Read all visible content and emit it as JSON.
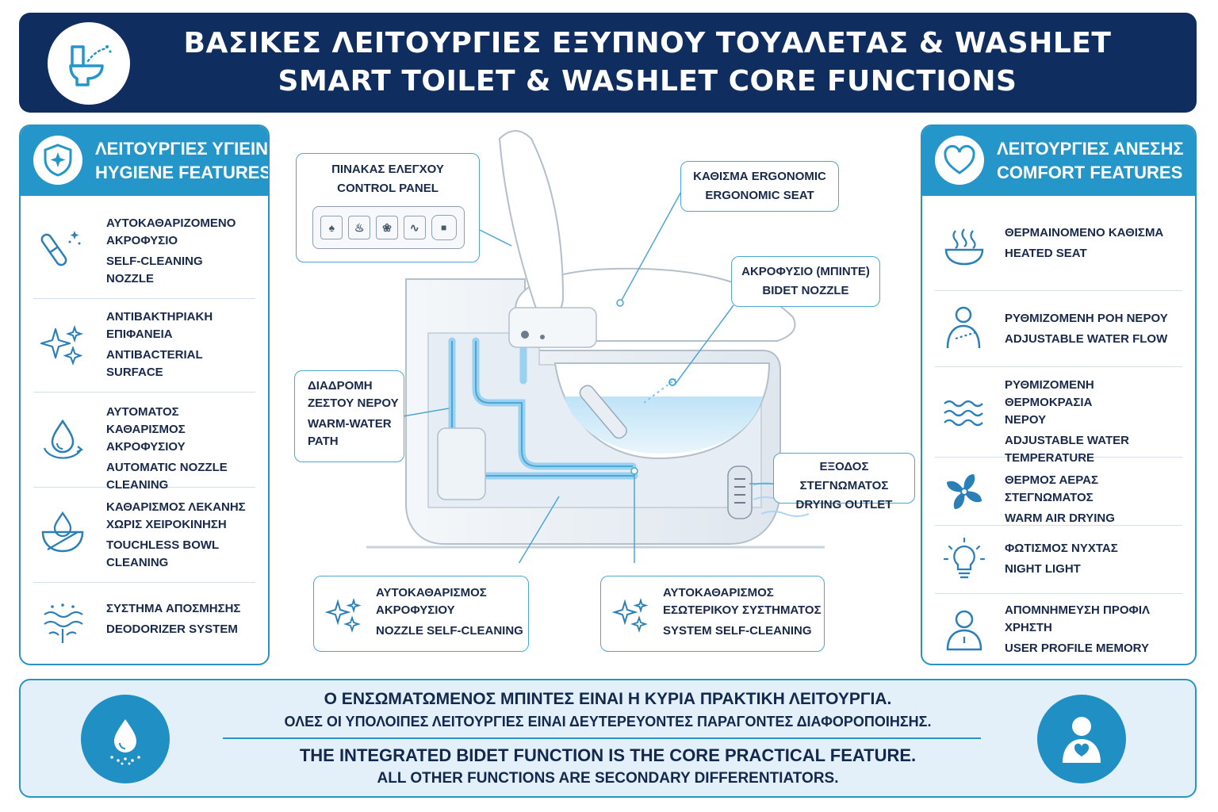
{
  "header": {
    "title_gr": "ΒΑΣΙΚΕΣ ΛΕΙΤΟΥΡΓΙΕΣ ΕΞΥΠΝΟΥ ΤΟΥΑΛΕΤΑΣ & WASHLET",
    "title_en": "SMART TOILET & WASHLET CORE FUNCTIONS",
    "logo_icon": "toilet-bidet-icon"
  },
  "left_panel": {
    "title_gr": "ΛΕΙΤΟΥΡΓΙΕΣ ΥΓΙΕΙΝΗΣ",
    "title_en": "HYGIENE FEATURES",
    "icon": "shield-star-icon",
    "items": [
      {
        "icon": "nozzle-sparkle-icon",
        "gr1": "ΑΥΤΟΚΑΘΑΡΙΖΟΜΕΝΟ",
        "gr2": "ΑΚΡΟΦΥΣΙΟ",
        "en1": "SELF-CLEANING",
        "en2": "NOZZLE"
      },
      {
        "icon": "sparkles-icon",
        "gr1": "ΑΝΤΙΒΑΚΤΗΡΙΑΚΗ",
        "gr2": "ΕΠΙΦΑΝΕΙΑ",
        "en1": "ANTIBACTERIAL",
        "en2": "SURFACE"
      },
      {
        "icon": "water-drop-cycle-icon",
        "gr1": "ΑΥΤΟΜΑΤΟΣ ΚΑΘΑΡΙΣΜΟΣ",
        "gr2": "ΑΚΡΟΦΥΣΙΟΥ",
        "en1": "AUTOMATIC NOZZLE",
        "en2": "CLEANING"
      },
      {
        "icon": "bowl-drop-icon",
        "gr1": "ΚΑΘΑΡΙΣΜΟΣ ΛΕΚΑΝΗΣ",
        "gr2": "ΧΩΡΙΣ ΧΕΙΡΟΚΙΝΗΣΗ",
        "en1": "TOUCHLESS BOWL",
        "en2": "CLEANING"
      },
      {
        "icon": "deodorizer-waves-icon",
        "gr1": "ΣΥΣΤΗΜΑ ΑΠΟΣΜΗΣΗΣ",
        "gr2": "",
        "en1": "DEODORIZER SYSTEM",
        "en2": ""
      }
    ]
  },
  "right_panel": {
    "title_gr": "ΛΕΙΤΟΥΡΓΙΕΣ ΑΝΕΣΗΣ",
    "title_en": "COMFORT FEATURES",
    "icon": "heart-icon",
    "items": [
      {
        "icon": "heated-seat-icon",
        "gr1": "ΘΕΡΜΑΙΝΟΜΕΝΟ ΚΑΘΙΣΜΑ",
        "gr2": "",
        "en1": "HEATED SEAT",
        "en2": ""
      },
      {
        "icon": "person-water-flow-icon",
        "gr1": "ΡΥΘΜΙΖΟΜΕΝΗ ΡΟΗ ΝΕΡΟΥ",
        "gr2": "",
        "en1": "ADJUSTABLE WATER FLOW",
        "en2": ""
      },
      {
        "icon": "water-waves-icon",
        "gr1": "ΡΥΘΜΙΖΟΜΕΝΗ ΘΕΡΜΟΚΡΑΣΙΑ",
        "gr2": "ΝΕΡΟΥ",
        "en1": "ADJUSTABLE WATER",
        "en2": "TEMPERATURE"
      },
      {
        "icon": "fan-icon",
        "gr1": "ΘΕΡΜΟΣ ΑΕΡΑΣ ΣΤΕΓΝΩΜΑΤΟΣ",
        "gr2": "",
        "en1": "WARM AIR DRYING",
        "en2": ""
      },
      {
        "icon": "light-bulb-icon",
        "gr1": "ΦΩΤΙΣΜΟΣ ΝΥΧΤΑΣ",
        "gr2": "",
        "en1": "NIGHT LIGHT",
        "en2": ""
      },
      {
        "icon": "user-profile-icon",
        "gr1": "ΑΠΟΜΝΗΜΕΥΣΗ ΠΡΟΦΙΛ",
        "gr2": "ΧΡΗΣΤΗ",
        "en1": "USER PROFILE MEMORY",
        "en2": ""
      }
    ]
  },
  "callouts": {
    "control_panel": {
      "gr": "ΠΙΝΑΚΑΣ ΕΛΕΓΧΟΥ",
      "en": "CONTROL PANEL"
    },
    "ergonomic_seat": {
      "gr": "ΚΑΘΙΣΜΑ ERGONOMIC",
      "en": "ERGONOMIC SEAT"
    },
    "bidet_nozzle": {
      "gr": "ΑΚΡΟΦΥΣΙΟ (ΜΠΙΝΤΕ)",
      "en": "BIDET NOZZLE"
    },
    "warm_water_path": {
      "gr1": "ΔΙΑΔΡΟΜΗ",
      "gr2": "ΖΕΣΤΟΥ ΝΕΡΟΥ",
      "en1": "WARM-WATER",
      "en2": "PATH"
    },
    "drying_outlet": {
      "gr": "ΕΞΟΔΟΣ ΣΤΕΓΝΩΜΑΤΟΣ",
      "en": "DRYING OUTLET"
    },
    "nozzle_self_cleaning": {
      "gr1": "ΑΥΤΟΚΑΘΑΡΙΣΜΟΣ",
      "gr2": "ΑΚΡΟΦΥΣΙΟΥ",
      "en": "NOZZLE SELF-CLEANING"
    },
    "system_self_cleaning": {
      "gr1": "ΑΥΤΟΚΑΘΑΡΙΣΜΟΣ",
      "gr2": "ΕΣΩΤΕΡΙΚΟΥ ΣΥΣΤΗΜΑΤΟΣ",
      "en": "SYSTEM SELF-CLEANING"
    }
  },
  "footer": {
    "line1_gr": "Ο ΕΝΣΩΜΑΤΩΜΕΝΟΣ ΜΠΙΝΤΕΣ ΕΙΝΑΙ Η ΚΥΡΙΑ ΠΡΑΚΤΙΚΗ ΛΕΙΤΟΥΡΓΙΑ.",
    "line2_gr": "ΟΛΕΣ ΟΙ ΥΠΟΛΟΙΠΕΣ ΛΕΙΤΟΥΡΓΙΕΣ ΕΙΝΑΙ ΔΕΥΤΕΡΕΥΟΝΤΕΣ ΠΑΡΑΓΟΝΤΕΣ ΔΙΑΦΟΡΟΠΟΙΗΣΗΣ.",
    "line1_en": "THE INTEGRATED BIDET FUNCTION IS THE CORE PRACTICAL FEATURE.",
    "line2_en": "ALL OTHER FUNCTIONS ARE SECONDARY DIFFERENTIATORS.",
    "left_icon": "water-drop-spray-icon",
    "right_icon": "person-heart-icon"
  },
  "colors": {
    "navy": "#0f2d5e",
    "accent_blue": "#2596c9",
    "line_blue": "#4ba7d3",
    "water_blue": "#9fd3f0",
    "footer_bg": "#e3f0f9"
  }
}
